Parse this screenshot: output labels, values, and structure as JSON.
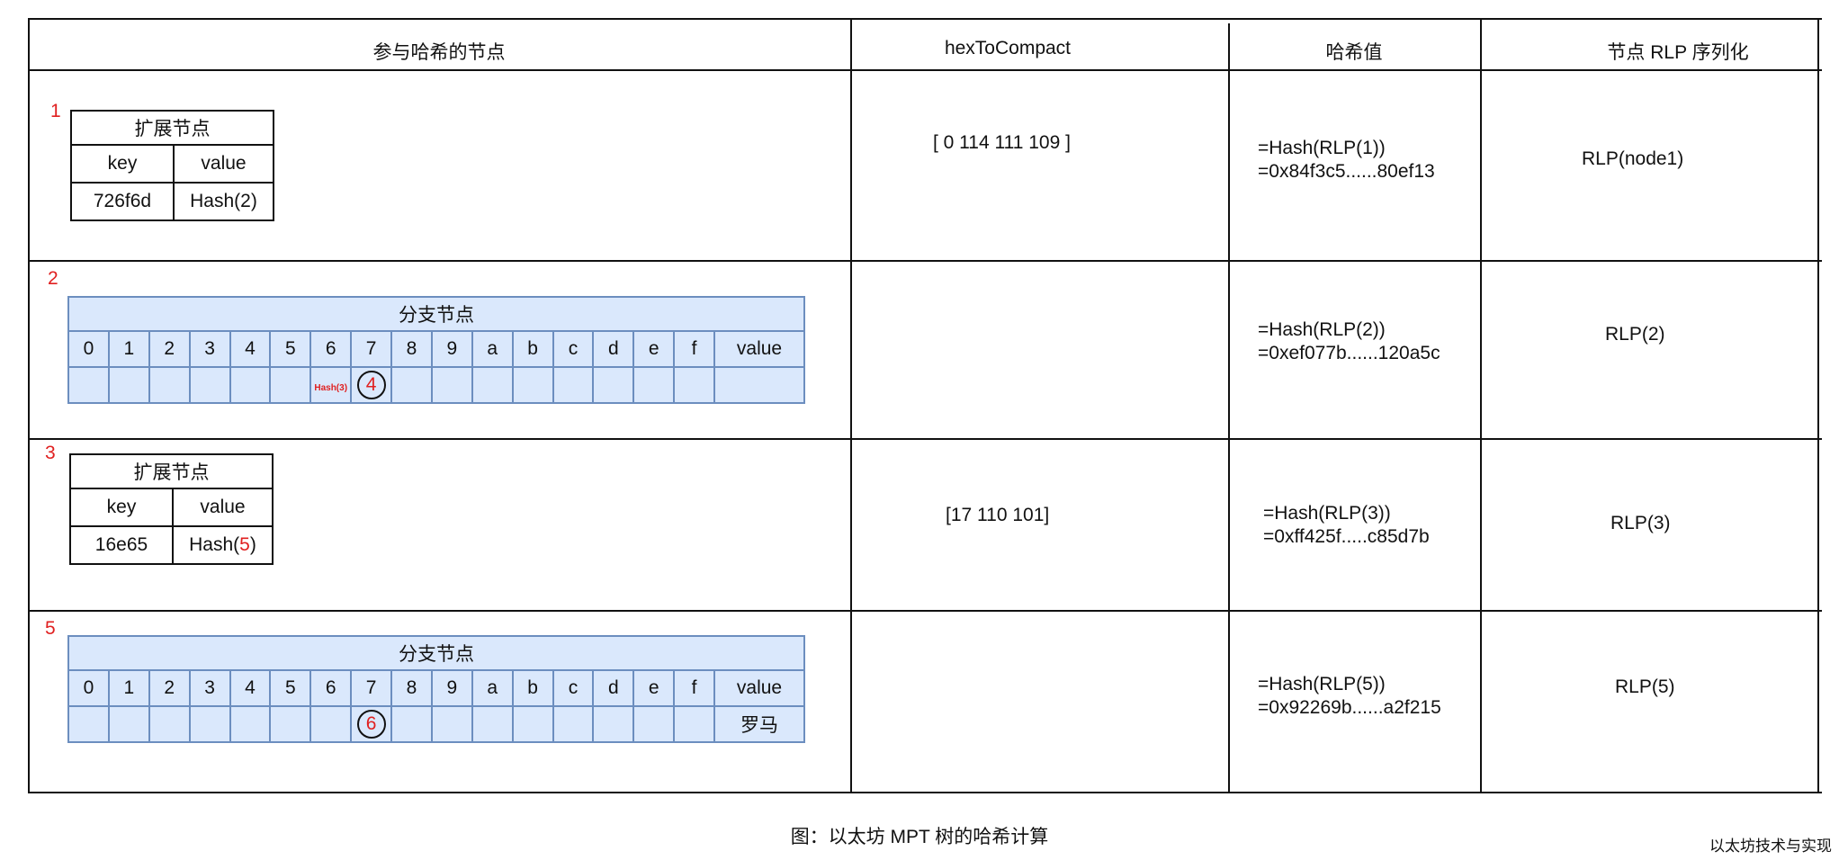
{
  "headers": [
    "参与哈希的节点",
    "hexToCompact",
    "哈希值",
    "节点 RLP 序列化"
  ],
  "rows": [
    {
      "num": "1",
      "node_type": "extension",
      "ext": {
        "title": "扩展节点",
        "key_label": "key",
        "value_label": "value",
        "key": "726f6d",
        "value_prefix": "Hash(",
        "value_ref": "2",
        "value_suffix": ")"
      },
      "compact": "[ 0 114 111 109 ]",
      "hash_line1": "=Hash(RLP(1))",
      "hash_line2": "=0x84f3c5......80ef13",
      "rlp": "RLP(node1)"
    },
    {
      "num": "2",
      "node_type": "branch",
      "branch": {
        "title": "分支节点",
        "slot_6_hash": "Hash(3)",
        "slot_7_ref": "4",
        "value_cell": ""
      },
      "compact": "",
      "hash_line1": "=Hash(RLP(2))",
      "hash_line2": "=0xef077b......120a5c",
      "rlp": "RLP(2)"
    },
    {
      "num": "3",
      "node_type": "extension",
      "ext": {
        "title": "扩展节点",
        "key_label": "key",
        "value_label": "value",
        "key": "16e65",
        "value_prefix": "Hash(",
        "value_ref": "5",
        "value_suffix": ")"
      },
      "compact": "[17 110 101]",
      "hash_line1": "=Hash(RLP(3))",
      "hash_line2": "=0xff425f.....c85d7b",
      "rlp": "RLP(3)"
    },
    {
      "num": "5",
      "node_type": "branch",
      "branch": {
        "title": "分支节点",
        "slot_6_hash": "",
        "slot_7_ref": "6",
        "value_cell": "罗马"
      },
      "compact": "",
      "hash_line1": "=Hash(RLP(5))",
      "hash_line2": "=0x92269b......a2f215",
      "rlp": "RLP(5)"
    }
  ],
  "branch_slots": [
    "0",
    "1",
    "2",
    "3",
    "4",
    "5",
    "6",
    "7",
    "8",
    "9",
    "a",
    "b",
    "c",
    "d",
    "e",
    "f",
    "value"
  ],
  "caption": "图：以太坊 MPT 树的哈希计算",
  "credit": "以太坊技术与实现",
  "colors": {
    "grid": "#111111",
    "branch_fill": "#dae8fc",
    "branch_border": "#6c8ebf",
    "accent_red": "#e02020"
  }
}
